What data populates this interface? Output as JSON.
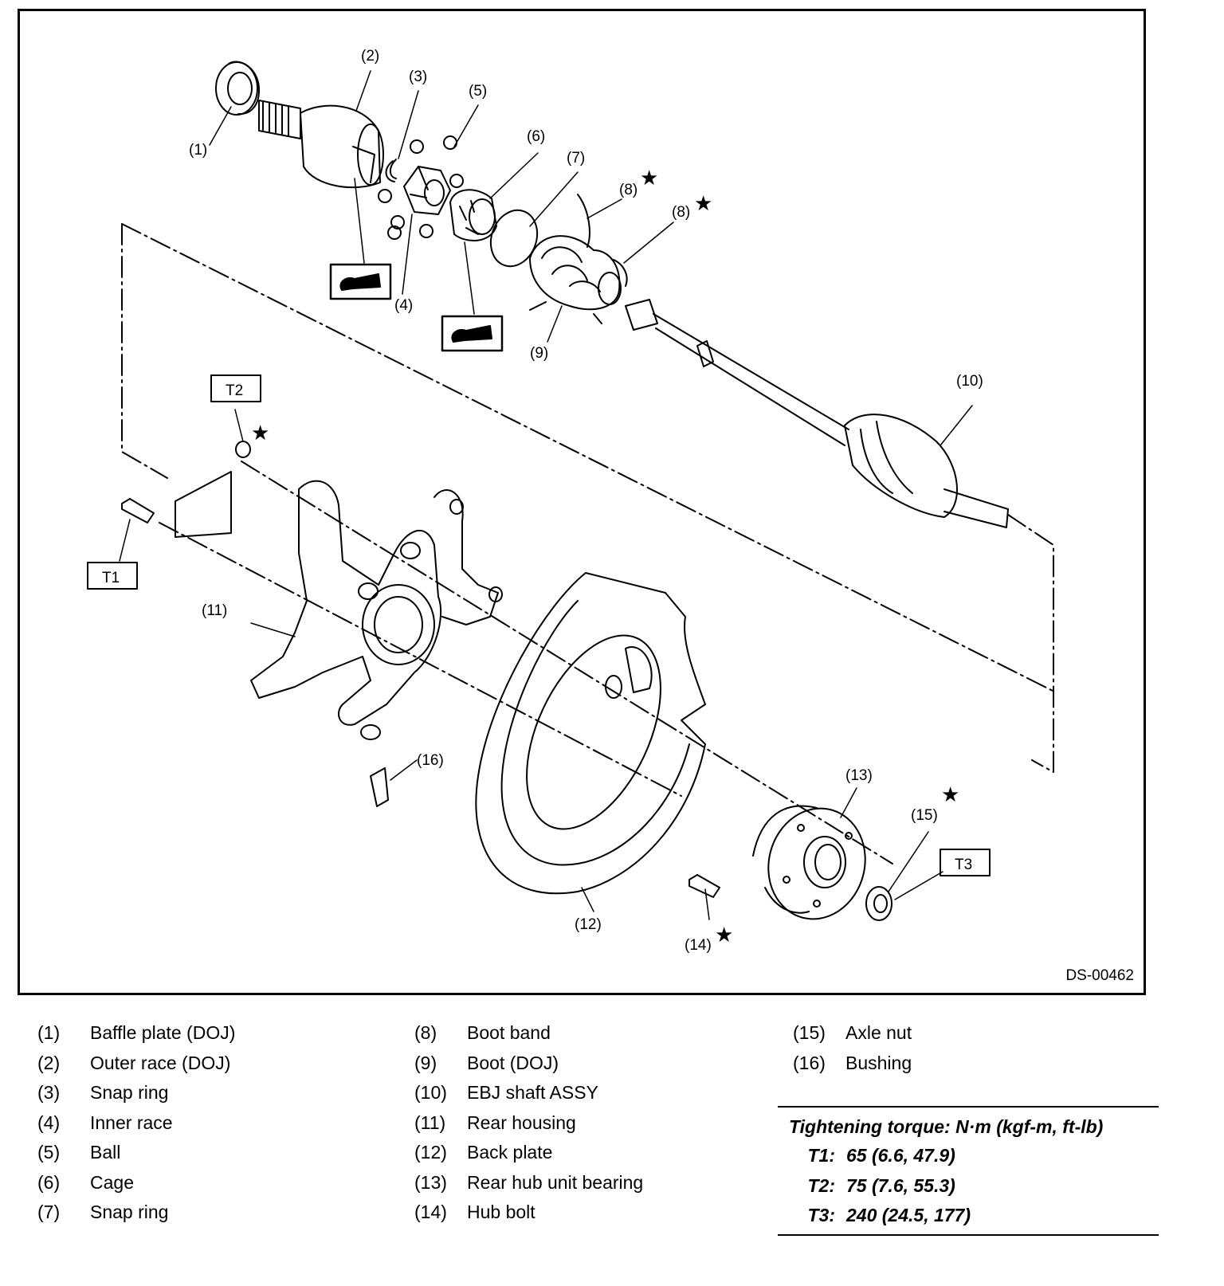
{
  "figure": {
    "id": "DS-00462",
    "callouts": [
      "(1)",
      "(2)",
      "(3)",
      "(4)",
      "(5)",
      "(6)",
      "(7)",
      "(8)",
      "(8)",
      "(9)",
      "(10)",
      "(11)",
      "(12)",
      "(13)",
      "(14)",
      "(15)",
      "(16)"
    ],
    "torque_tags": [
      "T1",
      "T2",
      "T3"
    ],
    "star": "★"
  },
  "legend": [
    [
      {
        "num": "(1)",
        "label": "Baffle plate (DOJ)"
      },
      {
        "num": "(2)",
        "label": "Outer race (DOJ)"
      },
      {
        "num": "(3)",
        "label": "Snap ring"
      },
      {
        "num": "(4)",
        "label": "Inner race"
      },
      {
        "num": "(5)",
        "label": "Ball"
      },
      {
        "num": "(6)",
        "label": "Cage"
      },
      {
        "num": "(7)",
        "label": "Snap ring"
      }
    ],
    [
      {
        "num": "(8)",
        "label": "Boot band"
      },
      {
        "num": "(9)",
        "label": "Boot (DOJ)"
      },
      {
        "num": "(10)",
        "label": "EBJ shaft ASSY"
      },
      {
        "num": "(11)",
        "label": "Rear housing"
      },
      {
        "num": "(12)",
        "label": "Back plate"
      },
      {
        "num": "(13)",
        "label": "Rear hub unit bearing"
      },
      {
        "num": "(14)",
        "label": "Hub bolt"
      }
    ],
    [
      {
        "num": "(15)",
        "label": "Axle nut"
      },
      {
        "num": "(16)",
        "label": "Bushing"
      }
    ]
  ],
  "torque": {
    "title": "Tightening torque: N·m (kgf-m, ft-lb)",
    "rows": [
      {
        "key": "T1:",
        "value": "65 (6.6, 47.9)"
      },
      {
        "key": "T2:",
        "value": "75 (7.6, 55.3)"
      },
      {
        "key": "T3:",
        "value": "240 (24.5, 177)"
      }
    ]
  }
}
